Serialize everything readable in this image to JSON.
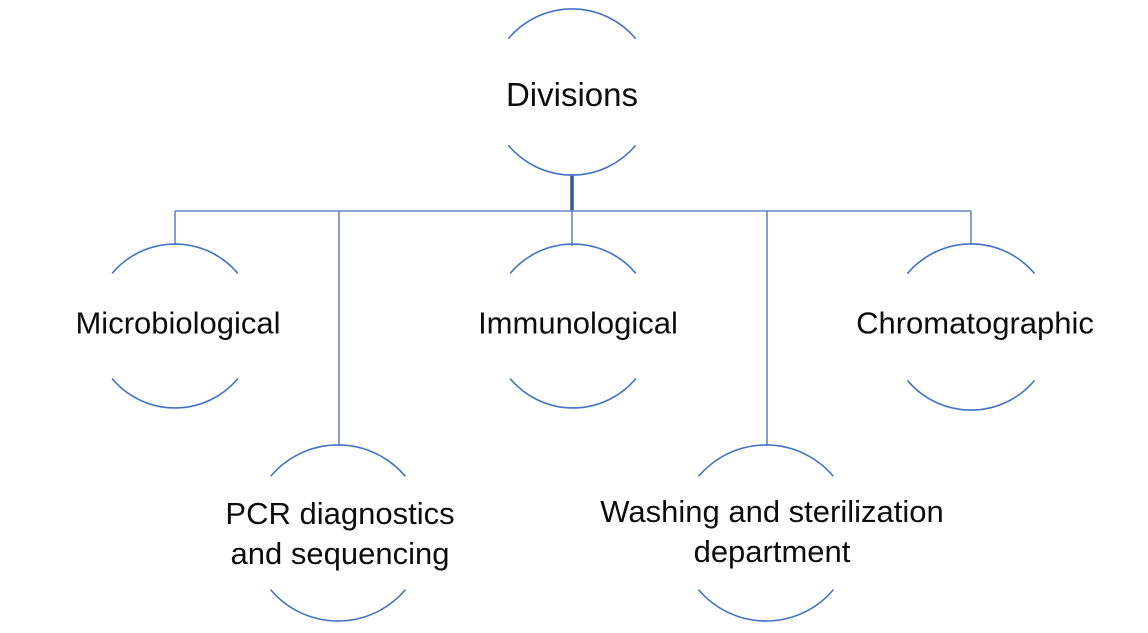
{
  "diagram": {
    "type": "hierarchy-tree",
    "colors": {
      "circle_stroke": "#4472C4",
      "connector": "#7D97CE",
      "connector_drop": "#5C80C3",
      "root_stem": "#35599E",
      "text": "#0D0D0D",
      "background": "#FFFFFF"
    },
    "nodes": {
      "divisions": {
        "label": "Divisions",
        "level": 0
      },
      "microbiological": {
        "label": "Microbiological",
        "level": 1
      },
      "pcr": {
        "label": "PCR diagnostics and sequencing",
        "line1": "PCR diagnostics",
        "line2": "and sequencing",
        "level": 1
      },
      "immunological": {
        "label": "Immunological",
        "level": 1
      },
      "washing": {
        "label": "Washing and sterilization department",
        "line1": "Washing and sterilization",
        "line2": "department",
        "level": 1
      },
      "chromatographic": {
        "label": "Chromatographic",
        "level": 1
      }
    },
    "edges": [
      {
        "from": "Divisions",
        "to": "Microbiological"
      },
      {
        "from": "Divisions",
        "to": "PCR diagnostics and sequencing"
      },
      {
        "from": "Divisions",
        "to": "Immunological"
      },
      {
        "from": "Divisions",
        "to": "Washing and sterilization department"
      },
      {
        "from": "Divisions",
        "to": "Chromatographic"
      }
    ]
  }
}
